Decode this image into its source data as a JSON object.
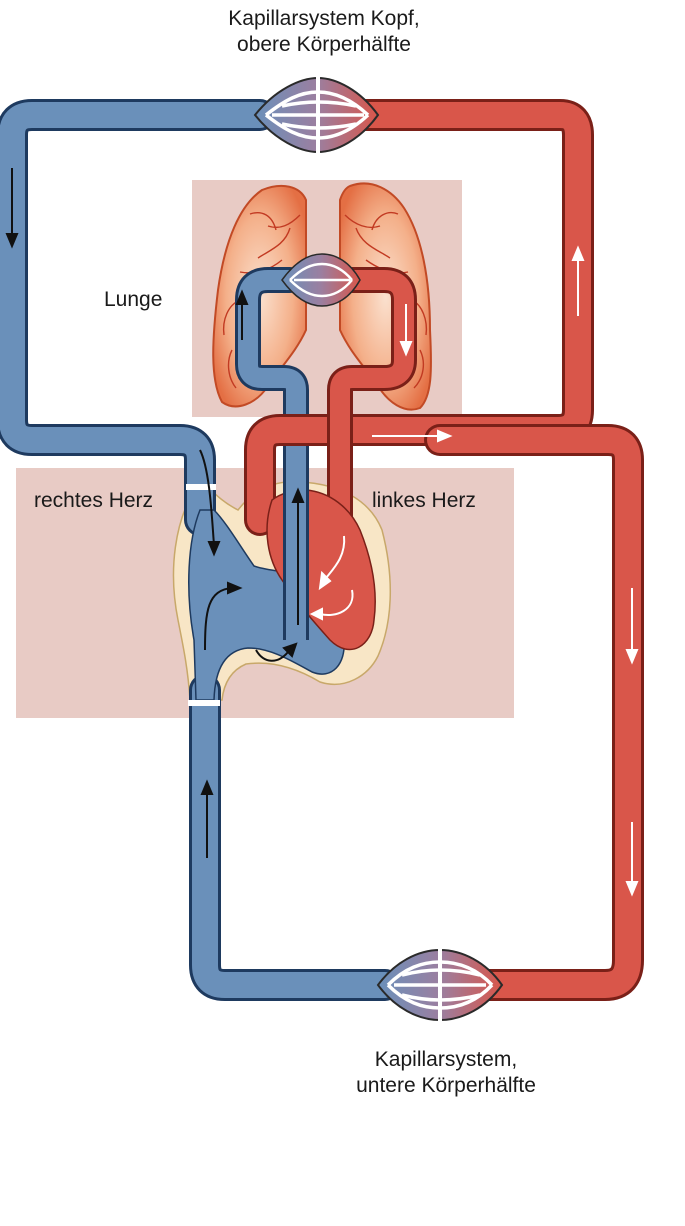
{
  "labels": {
    "capillary_top": {
      "line1": "Kapillarsystem Kopf,",
      "line2": "obere Körperhälfte"
    },
    "lung": "Lunge",
    "right_heart": "rechtes Herz",
    "left_heart": "linkes Herz",
    "capillary_bottom": {
      "line1": "Kapillarsystem,",
      "line2": "untere Körperhälfte"
    }
  },
  "colors": {
    "venous_blue": "#6a90ba",
    "venous_outline": "#1e3a5f",
    "arterial_red": "#d9564a",
    "arterial_outline": "#7a2018",
    "region_box": "#e8cbc5",
    "lung_fill": "#f0a27c",
    "lung_vessel": "#c23a22",
    "heart_wall": "#f8e6c6",
    "arrow_dark": "#111111",
    "arrow_light": "#ffffff"
  }
}
